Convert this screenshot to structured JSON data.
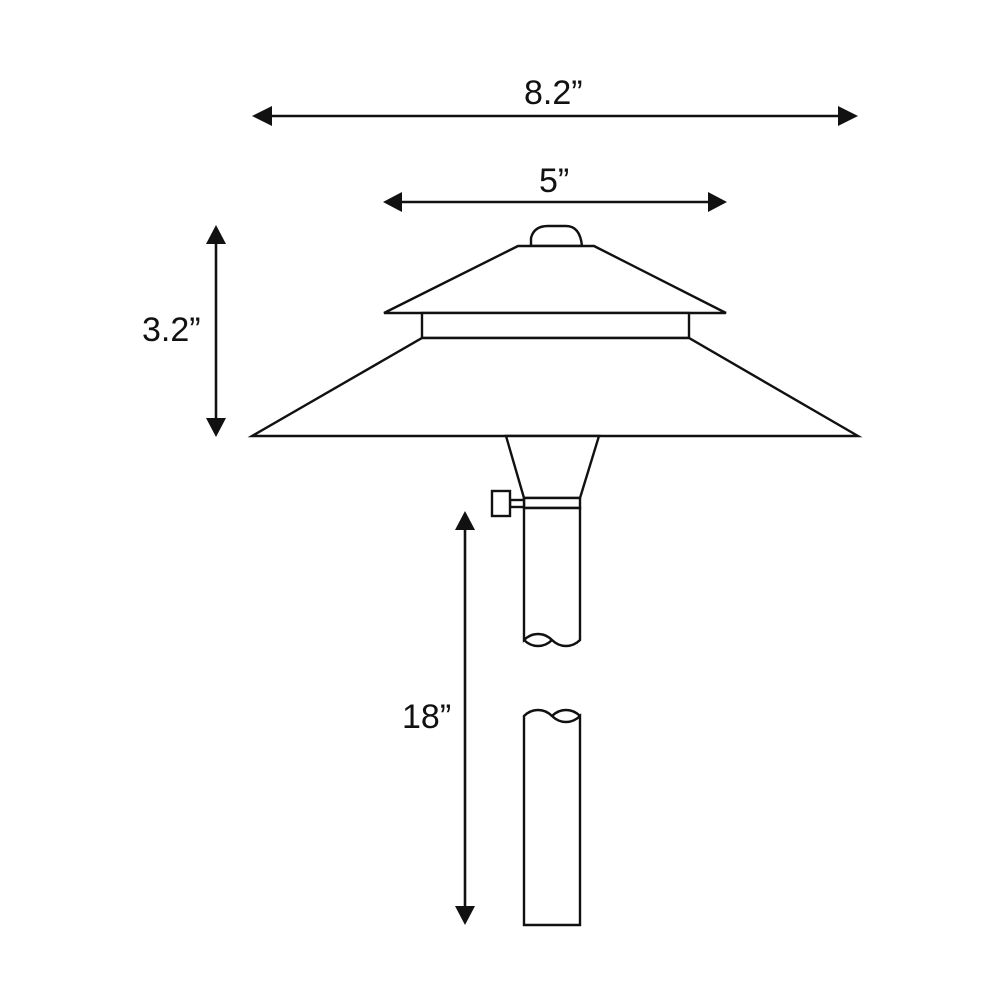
{
  "diagram": {
    "subject": "path light fixture dimension drawing",
    "colors": {
      "stroke": "#111111",
      "background": "#ffffff"
    },
    "dimensions": {
      "overall_width": {
        "label": "8.2”",
        "orientation": "horizontal"
      },
      "top_cap_width": {
        "label": "5”",
        "orientation": "horizontal"
      },
      "head_height": {
        "label": "3.2”",
        "orientation": "vertical"
      },
      "stake_length": {
        "label": "18”",
        "orientation": "vertical"
      }
    },
    "parts": [
      "finial-dome",
      "top-cap",
      "light-band",
      "lower-shade",
      "neck-cone",
      "set-screw",
      "collar",
      "stem-upper",
      "stem-lower"
    ]
  }
}
